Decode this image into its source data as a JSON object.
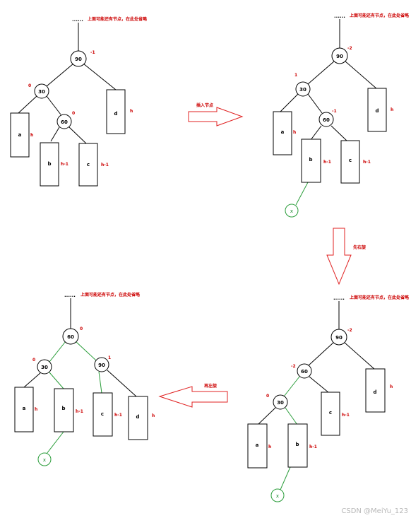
{
  "colors": {
    "line": "#000000",
    "new_edge": "#2a9d3a",
    "label_red": "#cc0000",
    "arrow_red": "#e02020"
  },
  "note": "上面可能还有节点，在此处省略",
  "note_tl": "上面可能还有节点，在此处省略",
  "dots": "......",
  "step_labels": {
    "insert": "插入节点",
    "rotate_right_first": "先右旋",
    "rotate_left_then": "再左旋"
  },
  "panel1": {
    "nodes": {
      "n90": "90",
      "n30": "30",
      "n60": "60"
    },
    "balance": {
      "n90": "-1",
      "n30": "0",
      "n60": "0"
    },
    "boxes": {
      "a": "a",
      "b": "b",
      "c": "c",
      "d": "d"
    },
    "heights": {
      "a": "h",
      "b": "h-1",
      "c": "h-1",
      "d": "h"
    }
  },
  "panel2": {
    "nodes": {
      "n90": "90",
      "n30": "30",
      "n60": "60",
      "x": "x"
    },
    "balance": {
      "n90": "-2",
      "n30": "1",
      "n60": "-1"
    },
    "boxes": {
      "a": "a",
      "b": "b",
      "c": "c",
      "d": "d"
    },
    "heights": {
      "a": "h",
      "b": "h-1",
      "c": "h-1",
      "d": "h"
    }
  },
  "panel3": {
    "nodes": {
      "n90": "90",
      "n60": "60",
      "n30": "30",
      "x": "x"
    },
    "balance": {
      "n90": "-2",
      "n60": "-2",
      "n30": "0"
    },
    "boxes": {
      "a": "a",
      "b": "b",
      "c": "c",
      "d": "d"
    },
    "heights": {
      "a": "h",
      "b": "h-1",
      "c": "h-1",
      "d": "h"
    }
  },
  "panel4": {
    "nodes": {
      "n60": "60",
      "n30": "30",
      "n90": "90",
      "x": "x"
    },
    "balance": {
      "n60": "0",
      "n30": "0",
      "n90": "1"
    },
    "boxes": {
      "a": "a",
      "b": "b",
      "c": "c",
      "d": "d"
    },
    "heights": {
      "a": "h",
      "b": "h-1",
      "c": "h-1",
      "d": "h"
    }
  },
  "watermark": "CSDN @MeiYu_123"
}
